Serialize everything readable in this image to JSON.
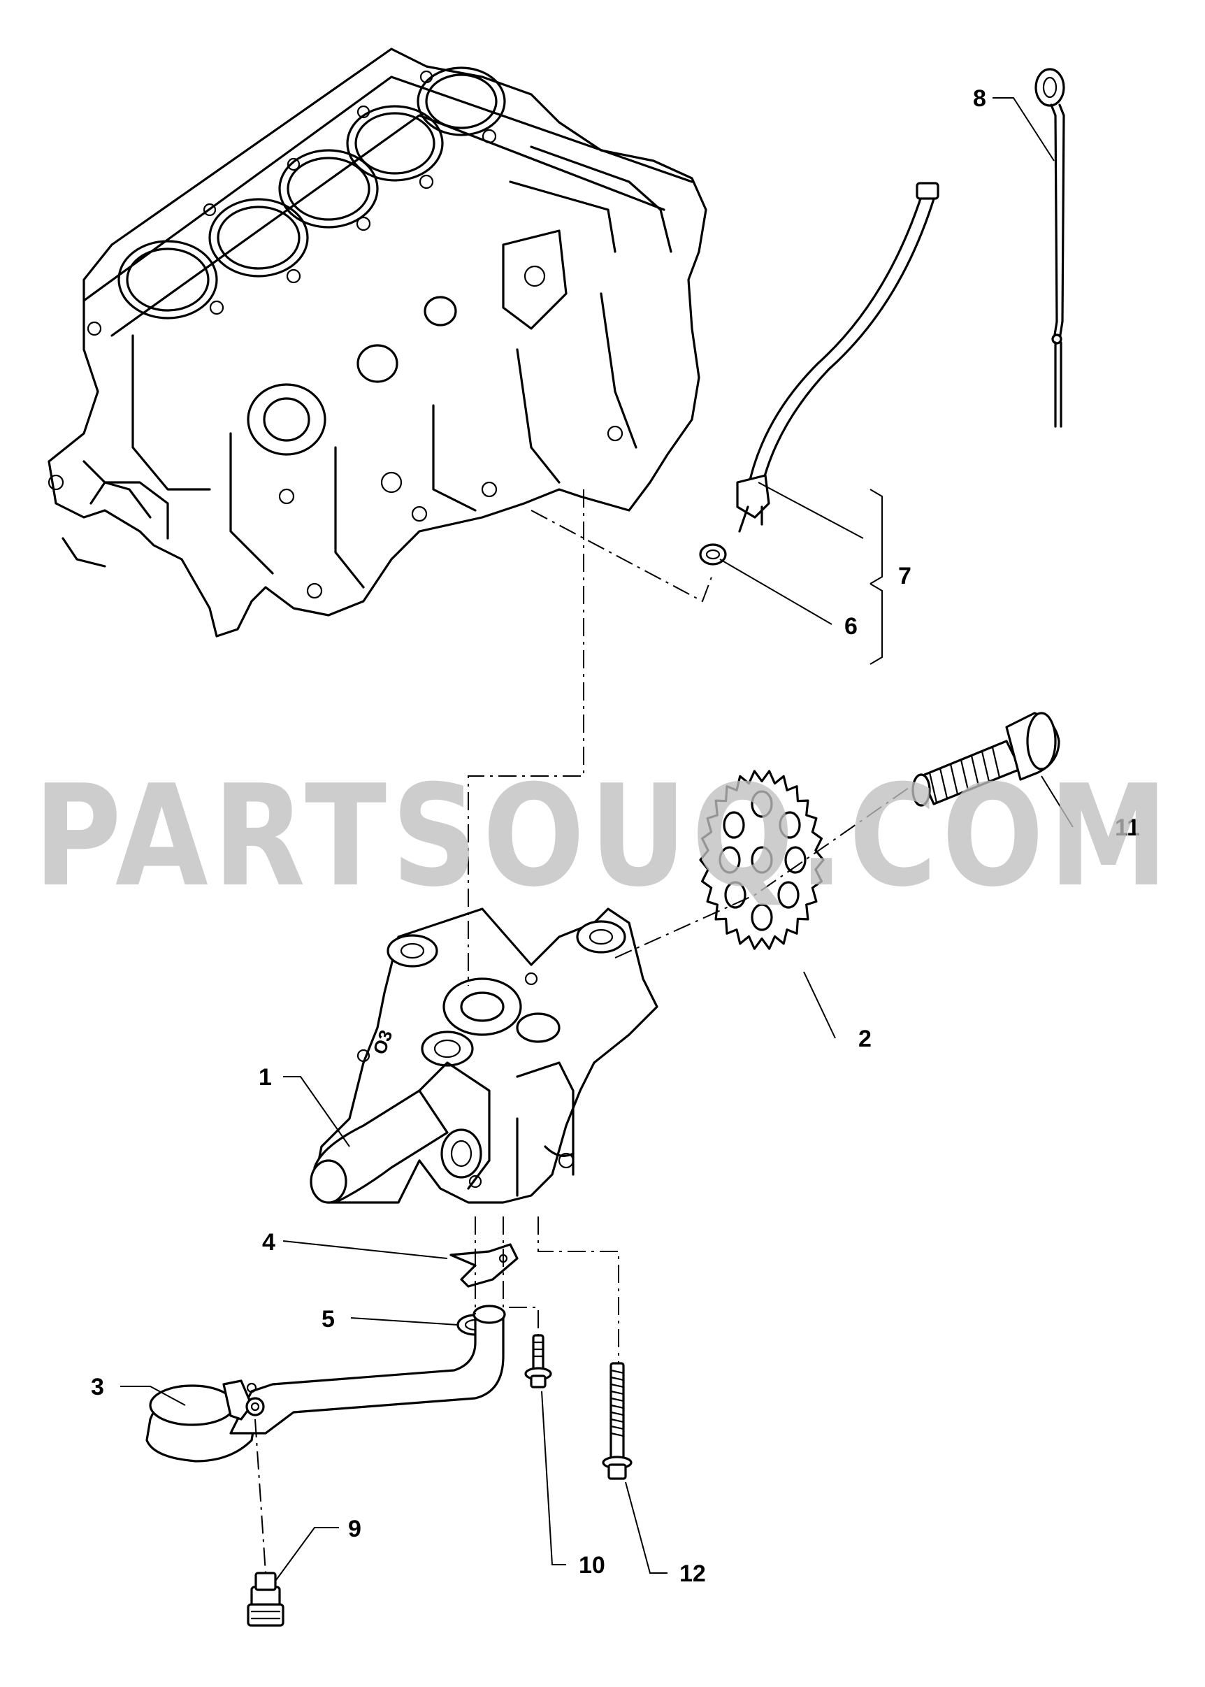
{
  "watermark": "PARTSOUQ.COM",
  "callouts": {
    "c1": "1",
    "c2": "2",
    "c3": "3",
    "c4": "4",
    "c5": "5",
    "c6": "6",
    "c7": "7",
    "c8": "8",
    "c9": "9",
    "c10": "10",
    "c11": "11",
    "c12": "12"
  },
  "colors": {
    "line": "#000000",
    "background": "#ffffff",
    "watermark": "#bfbfbf"
  }
}
